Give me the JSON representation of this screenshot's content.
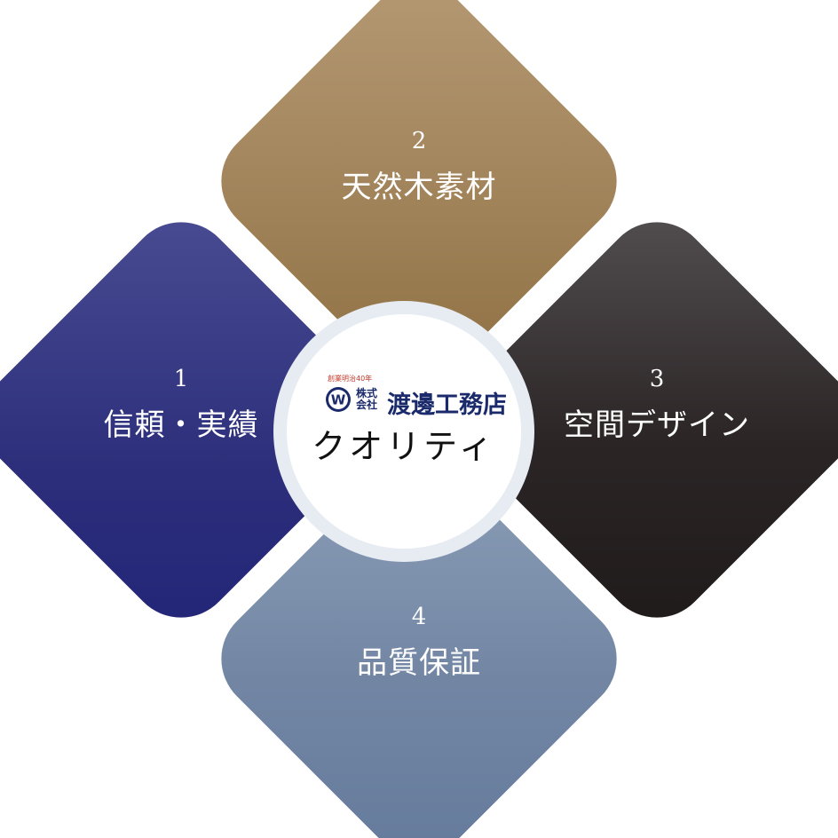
{
  "items": [
    {
      "number": "1",
      "label": "信頼・実績",
      "color": "#2d2f7c"
    },
    {
      "number": "2",
      "label": "天然木素材",
      "color": "#a1835a"
    },
    {
      "number": "3",
      "label": "空間デザイン",
      "color": "#2b2526"
    },
    {
      "number": "4",
      "label": "品質保証",
      "color": "#7286a4"
    }
  ],
  "center": {
    "tagline": "創業明治40年",
    "logo_letter": "W",
    "corp_type": "株式会社",
    "company_name": "渡邊工務店",
    "title": "クオリティ",
    "brand_color": "#1b2a6b",
    "tagline_color": "#c0392b"
  }
}
